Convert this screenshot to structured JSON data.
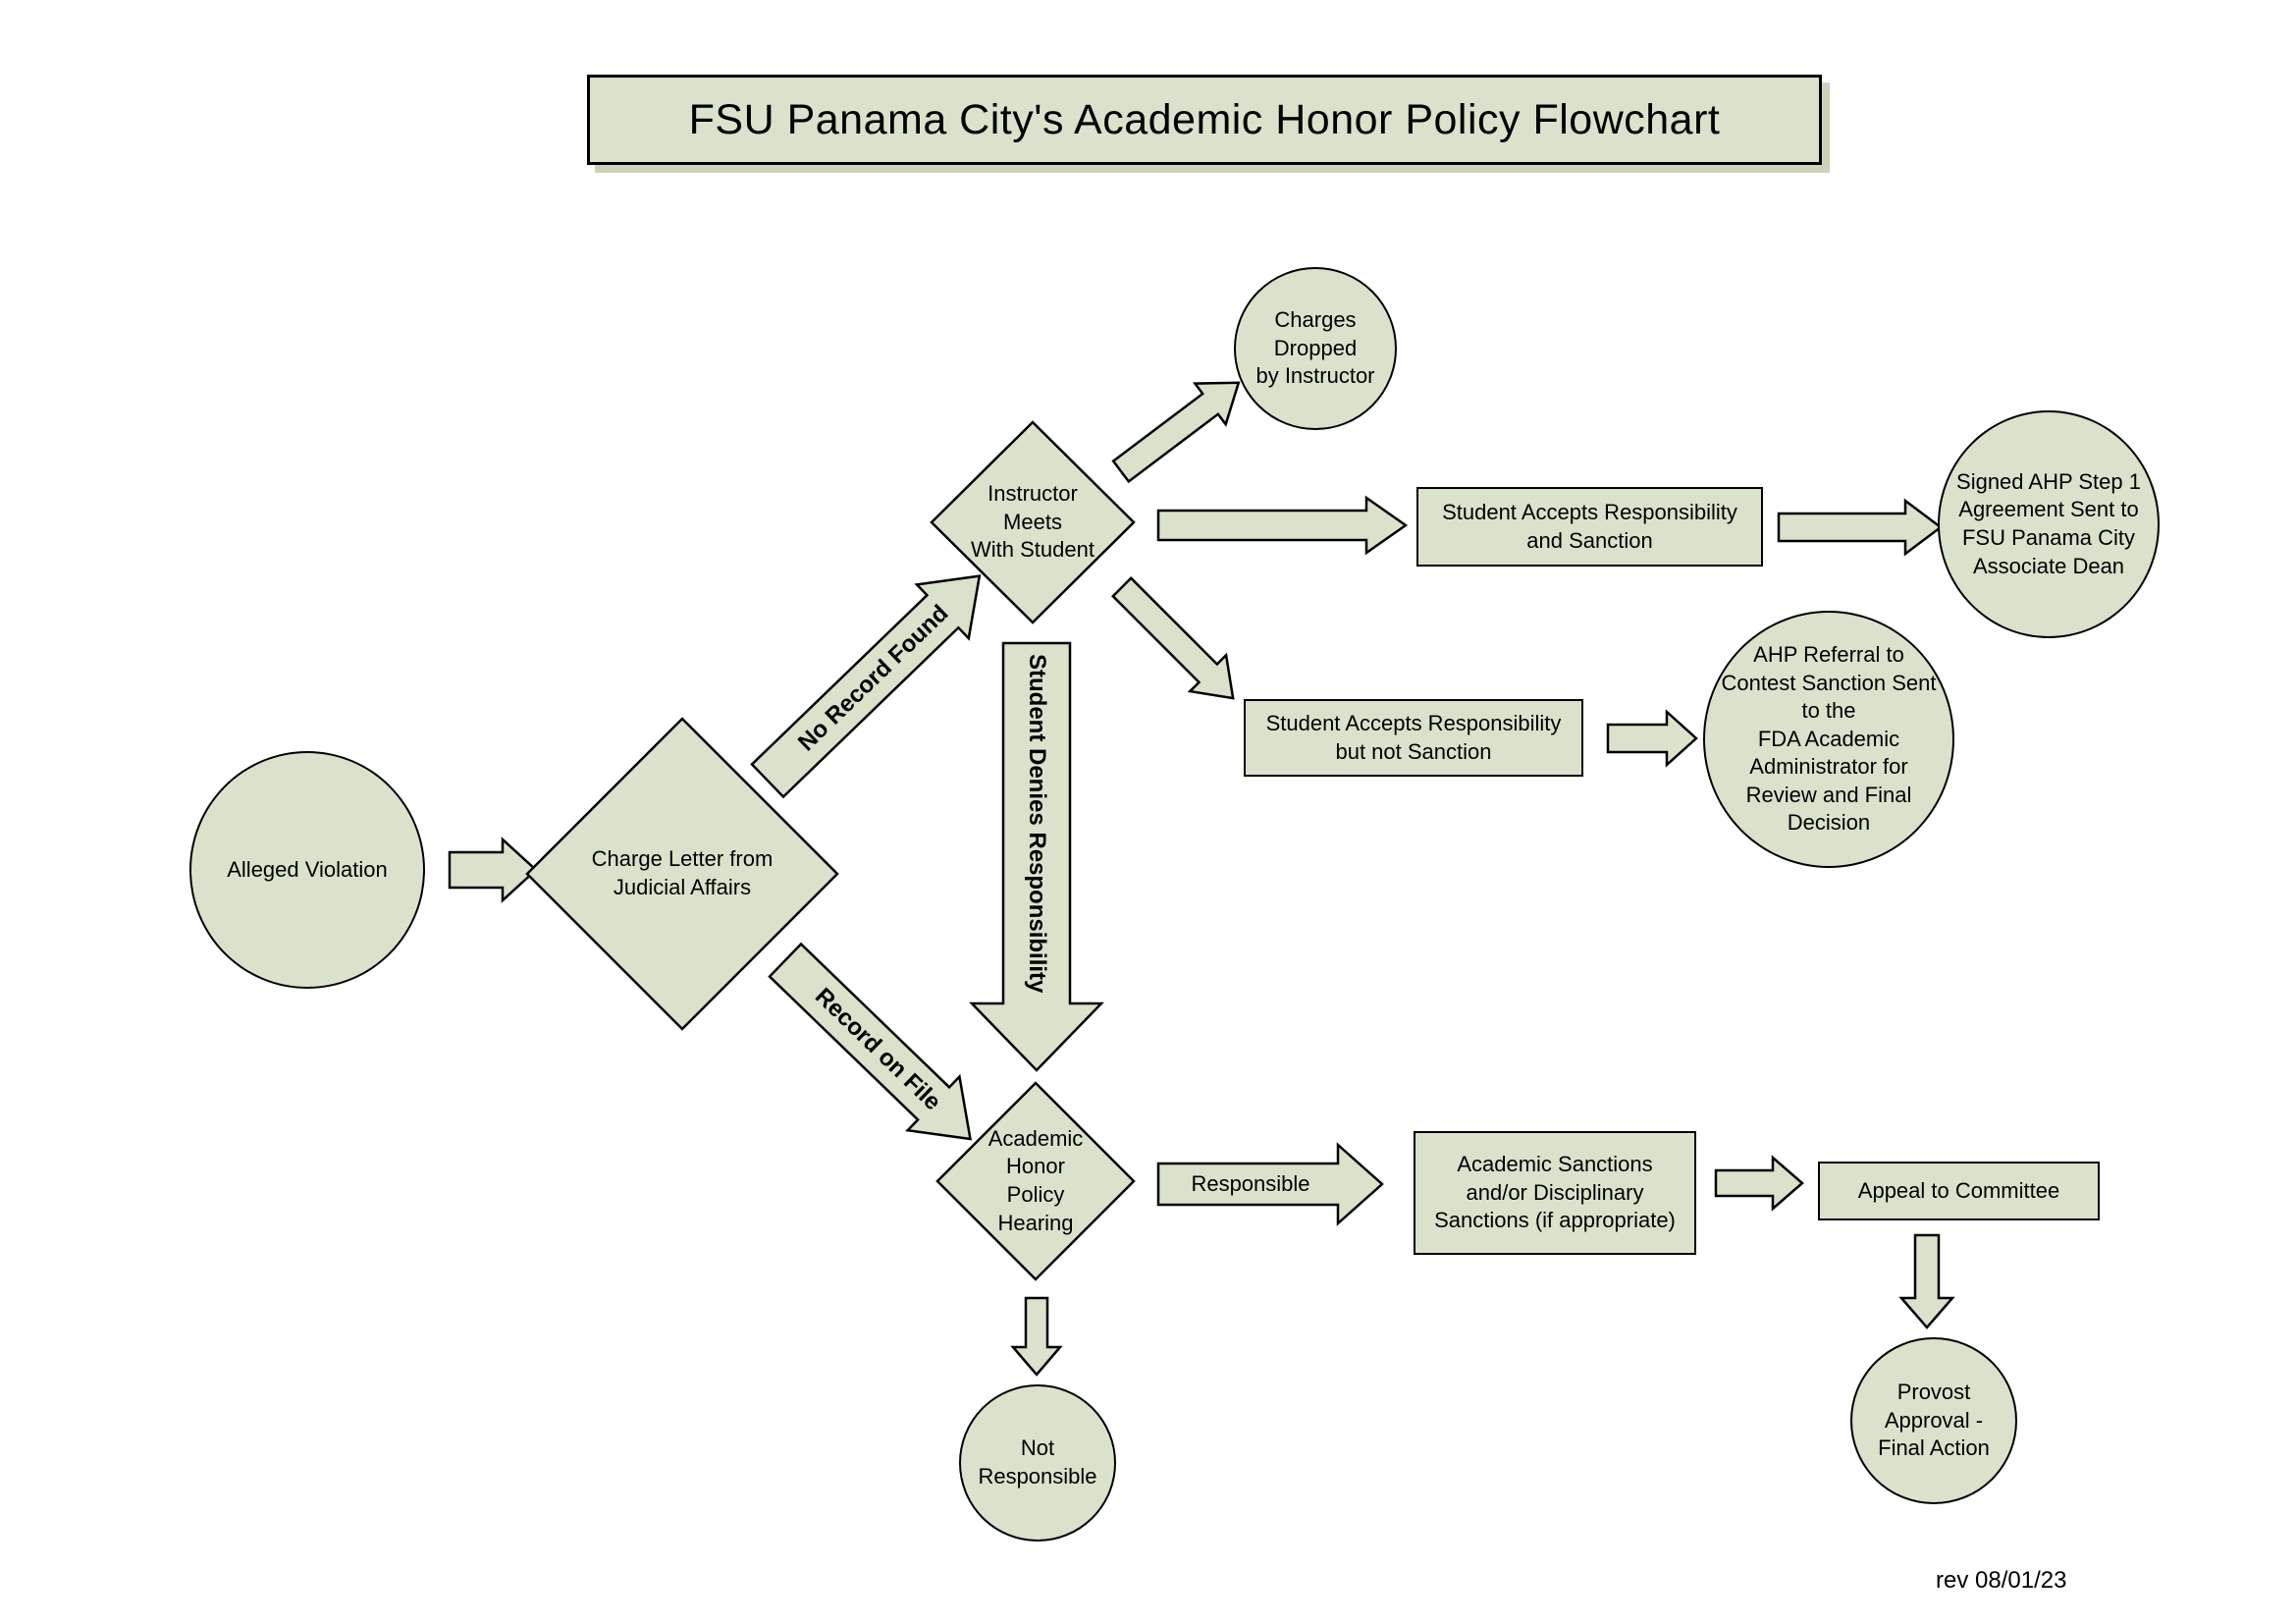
{
  "title": "FSU Panama City's Academic Honor Policy Flowchart",
  "revision": "rev 08/01/23",
  "colors": {
    "shape_fill": "#dbe2cc",
    "shape_border": "#000000",
    "background": "#ffffff"
  },
  "nodes": {
    "alleged_violation": {
      "shape": "ellipse",
      "label": "Alleged Violation"
    },
    "charge_letter": {
      "shape": "diamond",
      "label": "Charge Letter from\nJudicial Affairs"
    },
    "instructor_meets": {
      "shape": "diamond",
      "label": "Instructor\nMeets\nWith Student"
    },
    "charges_dropped": {
      "shape": "ellipse",
      "label": "Charges\nDropped\nby Instructor"
    },
    "accepts_resp_sanction": {
      "shape": "rect",
      "label": "Student Accepts Responsibility\nand Sanction"
    },
    "signed_ahp": {
      "shape": "ellipse",
      "label": "Signed AHP Step 1\nAgreement Sent to\nFSU Panama City\nAssociate Dean"
    },
    "accepts_resp_not_sanction": {
      "shape": "rect",
      "label": "Student Accepts Responsibility\nbut not Sanction"
    },
    "ahp_referral": {
      "shape": "ellipse",
      "label": "AHP Referral to\nContest Sanction Sent\nto the\nFDA Academic\nAdministrator for\nReview and Final\nDecision"
    },
    "ahp_hearing": {
      "shape": "diamond",
      "label": "Academic\nHonor\nPolicy\nHearing"
    },
    "academic_sanctions": {
      "shape": "rect",
      "label": "Academic Sanctions\nand/or Disciplinary\nSanctions (if appropriate)"
    },
    "appeal_committee": {
      "shape": "rect",
      "label": "Appeal to Committee"
    },
    "provost_approval": {
      "shape": "ellipse",
      "label": "Provost\nApproval -\nFinal Action"
    },
    "not_responsible": {
      "shape": "ellipse",
      "label": "Not\nResponsible"
    }
  },
  "edge_labels": {
    "no_record_found": "No Record Found",
    "record_on_file": "Record on File",
    "student_denies": "Student Denies Responsibility",
    "responsible": "Responsible"
  }
}
